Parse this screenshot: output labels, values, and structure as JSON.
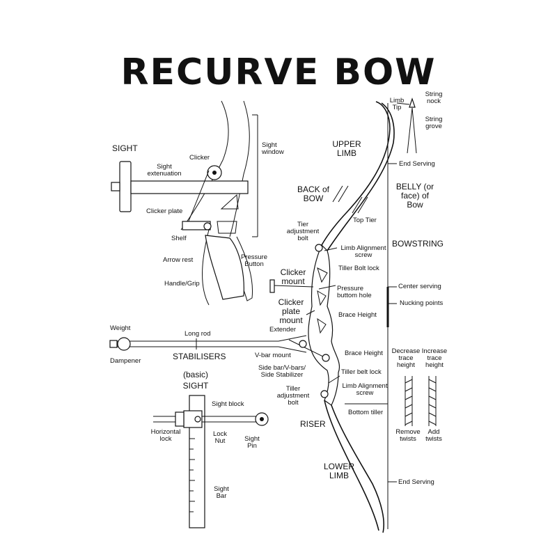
{
  "title": "RECURVE BOW",
  "sight_detail": {
    "heading": "SIGHT",
    "sight_extenuation": "Sight extenuation",
    "clicker": "Clicker",
    "sight_window": "Sight window",
    "clicker_plate": "Clicker plate",
    "shelf": "Shelf",
    "arrow_rest": "Arrow rest",
    "pressure_button": "Pressure Button",
    "handle_grip": "Handle/Grip"
  },
  "bow": {
    "upper_limb": "UPPER LIMB",
    "back_of_bow": "BACK of BOW",
    "belly_of_bow": "BELLY (or face) of Bow",
    "limb_tip": "Limb Tip",
    "string_nock": "String nock",
    "string_grove": "String grove",
    "end_serving_top": "End Serving",
    "top_tier": "Top Tier",
    "bowstring": "BOWSTRING",
    "tier_adjustment_bolt": "Tier adjustment bolt",
    "limb_alignment_screw_top": "Limb Alignment screw",
    "tiller_bolt_lock": "Tiller Bolt lock",
    "clicker_mount": "Clicker mount",
    "pressure_button_hole": "Pressure buttom hole",
    "center_serving": "Center serving",
    "clicker_plate_mount": "Clicker plate mount",
    "nocking_points": "Nucking points",
    "brace_height_top": "Brace Height",
    "extender": "Extender",
    "brace_height_bottom": "Brace Height",
    "v_bar_mount": "V-bar mount",
    "side_bar": "Side bar/V-bars/ Side Stabilizer",
    "tiller_belt_lock": "Tiller belt lock",
    "limb_alignment_screw_bottom": "Limb Alignment screw",
    "tiller_adjustment_bolt": "Tiller adjustment bolt",
    "riser": "RISER",
    "bottom_tiller": "Bottom tiller",
    "lower_limb": "LOWER LIMB",
    "end_serving_bottom": "End Serving"
  },
  "stabilisers": {
    "weight": "Weight",
    "long_rod": "Long rod",
    "dampener": "Dampener",
    "heading": "STABILISERS"
  },
  "basic_sight": {
    "heading_1": "(basic)",
    "heading_2": "SIGHT",
    "sight_block": "Sight block",
    "horizontal_lock": "Horizontal lock",
    "lock_nut": "Lock Nut",
    "sight_pin": "Sight Pin",
    "sight_bar": "Sight Bar"
  },
  "twists": {
    "decrease": "Decrease trace height",
    "increase": "Increase trace height",
    "remove": "Remove twists",
    "add": "Add twists"
  }
}
